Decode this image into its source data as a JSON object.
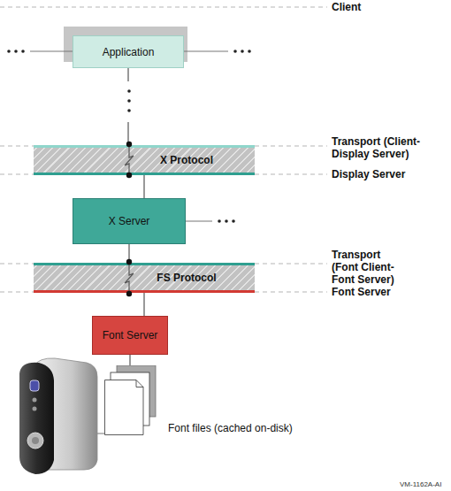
{
  "diagram": {
    "nodes": [
      {
        "text": [
          "Application"
        ]
      },
      {
        "text": [
          "X Protocol"
        ]
      },
      {
        "text": [
          "X Server"
        ]
      },
      {
        "text": [
          "FS Protocol"
        ]
      },
      {
        "text": [
          "Font Server"
        ]
      },
      {
        "text": [
          "Font files (cached on-disk)"
        ]
      }
    ],
    "edges": [
      {
        "from": 0,
        "to": 1,
        "arrow": "none"
      },
      {
        "from": 1,
        "to": 2,
        "arrow": "none"
      },
      {
        "from": 2,
        "to": 3,
        "arrow": "none"
      },
      {
        "from": 3,
        "to": 4,
        "arrow": "none"
      },
      {
        "from": 4,
        "to": 5,
        "arrow": "none"
      }
    ],
    "labels": [
      "Client",
      "Transport (Client-Display Server)",
      "Display Server",
      "Transport (Font Client-Font Server)",
      "Font Server",
      "VM-1162A-AI"
    ]
  }
}
